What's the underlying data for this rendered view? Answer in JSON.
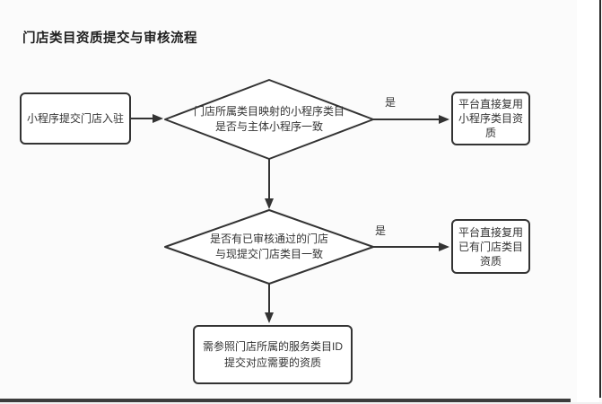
{
  "title": "门店类目资质提交与审核流程",
  "flowchart": {
    "start": "小程序提交门店入驻",
    "decision1": "门店所属类目映射的小程序类目\n是否与主体小程序一致",
    "result1": "平台直接复用\n小程序类目资\n质",
    "decision2": "是否有已审核通过的门店\n与现提交门店类目一致",
    "result2": "平台直接复用\n已有门店类目\n资质",
    "final": "需参照门店所属的服务类目ID\n提交对应需要的资质",
    "yes1": "是",
    "yes2": "是"
  },
  "colors": {
    "line": "#333333",
    "node_fill": "#ffffff",
    "background": "#fbfbfb",
    "text": "#333333"
  }
}
